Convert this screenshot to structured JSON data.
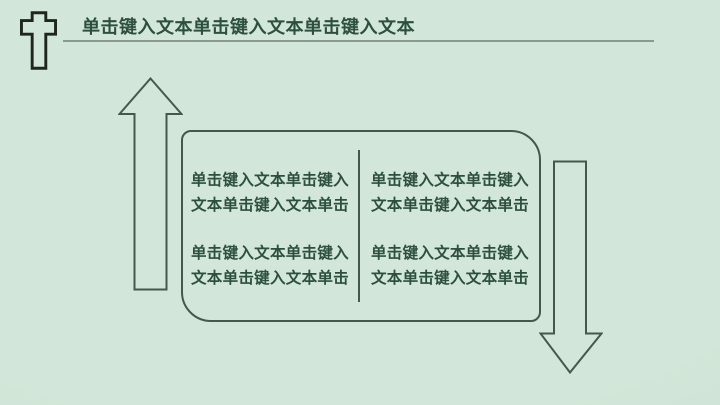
{
  "slide": {
    "title": "单击键入文本单击键入文本单击键入文本",
    "content_blocks": [
      {
        "line1": "单击键入文本单击键入",
        "line2": "文本单击键入文本单击"
      },
      {
        "line1": "单击键入文本单击键入",
        "line2": "文本单击键入文本单击"
      },
      {
        "line1": "单击键入文本单击键入",
        "line2": "文本单击键入文本单击"
      },
      {
        "line1": "单击键入文本单击键入",
        "line2": "文本单击键入文本单击"
      }
    ],
    "icons": {
      "cross": "cross-icon",
      "up_arrow": "up-arrow-icon",
      "down_arrow": "down-arrow-icon"
    },
    "colors": {
      "background": "#d2e6d9",
      "background_edge": "#c9ddd0",
      "text": "#2d4f3e",
      "outline": "#44584c",
      "cross": "#20261f",
      "underline": "#8a9a92"
    }
  }
}
